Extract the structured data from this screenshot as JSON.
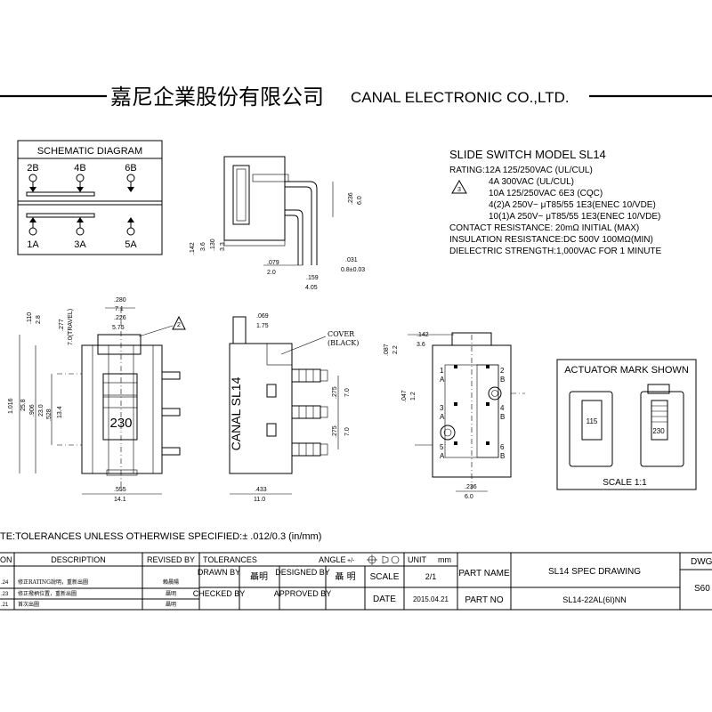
{
  "header": {
    "company_cn": "嘉尼企業股份有限公司",
    "company_en": "CANAL ELECTRONIC CO.,LTD."
  },
  "schematic": {
    "title": "SCHEMATIC DIAGRAM",
    "top_pins": [
      "2B",
      "4B",
      "6B"
    ],
    "bottom_pins": [
      "1A",
      "3A",
      "5A"
    ]
  },
  "specs": {
    "title": "SLIDE SWITCH MODEL SL14",
    "rating_line": "RATING:12A 125/250VAC (UL/CUL)",
    "rating_sub": [
      "4A 300VAC (UL/CUL)",
      "10A 125/250VAC 6E3 (CQC)",
      "4(2)A 250V~ μT85/55 1E3(ENEC 10/VDE)",
      "10(1)A 250V~ μT85/55 1E3(ENEC 10/VDE)"
    ],
    "warning_mark": "3",
    "contact_resistance": "CONTACT RESISTANCE: 20mΩ INITIAL  (MAX)",
    "insulation_resistance": "INSULATION RESISTANCE:DC 500V 100MΩ(MIN)",
    "dielectric_strength": "DIELECTRIC STRENGTH:1,000VAC FOR 1 MINUTE"
  },
  "side_view": {
    "dims": [
      ".236",
      "6.0",
      ".142",
      "3.6",
      ".130",
      "3.3",
      ".079",
      "2.0",
      ".159",
      "4.05",
      ".031",
      "0.8±0.03"
    ]
  },
  "front_view": {
    "dims": [
      ".280",
      "7.1",
      ".226",
      "5.75",
      ".110",
      "2.8",
      ".277",
      "7.0(TRAVEL)",
      "1.016",
      "25.8",
      ".906",
      "23.0",
      ".528",
      "13.4",
      ".555",
      "14.1"
    ],
    "mark": "230",
    "note_mark": "2"
  },
  "body_view": {
    "label": "CANAL  SL14",
    "cover_note": "COVER",
    "cover_note2": "(BLACK)",
    "dims": [
      ".069",
      "1.75",
      ".275",
      "7.0",
      ".275",
      "7.0",
      ".433",
      "11.0"
    ]
  },
  "bottom_view": {
    "dims": [
      ".142",
      "3.6",
      ".087",
      "2.2",
      ".047",
      "1.2",
      ".236",
      "6.0"
    ],
    "pin_labels": [
      "2",
      "B",
      "1",
      "A",
      "4",
      "B",
      "3",
      "A",
      "6",
      "B",
      "5",
      "A"
    ]
  },
  "actuator": {
    "title": "ACTUATOR MARK SHOWN",
    "mark_left": "115",
    "mark_right": "230",
    "scale": "SCALE  1:1"
  },
  "note": "TE:TOLERANCES UNLESS OTHERWISE SPECIFIED:± .012/0.3 (in/mm)",
  "title_block": {
    "rev_header": "ON",
    "desc_header": "DESCRIPTION",
    "revised_by_header": "REVISED BY",
    "tolerances": "TOLERANCES",
    "angle": "ANGLE",
    "angle_val": "+/-",
    "unit": "UNIT",
    "unit_val": "mm",
    "drawn_by": "DRAWN BY",
    "drawn_name": "聶明",
    "designed_by": "DESIGNED BY",
    "designed_name": "聶 明",
    "scale_label": "SCALE",
    "scale_val": "2/1",
    "checked_by": "CHECKED BY",
    "approved_by": "APPROVED BY",
    "date_label": "DATE",
    "date_val": "2015.04.21",
    "part_name_label": "PART NAME",
    "part_name_val": "SL14 SPEC DRAWING",
    "part_no_label": "PART NO",
    "part_no_val": "SL14-22AL(6I)NN",
    "dwg_label": "DWG",
    "dwg_val": "S60",
    "revisions": [
      {
        "rev": ".24",
        "desc": "修正RATING說明，重新出圖",
        "by": "賴晨陽"
      },
      {
        "rev": ".23",
        "desc": "修正撥柄位置，重新出圖",
        "by": "聶明"
      },
      {
        "rev": ".21",
        "desc": "首次出圖",
        "by": "聶明"
      }
    ]
  }
}
